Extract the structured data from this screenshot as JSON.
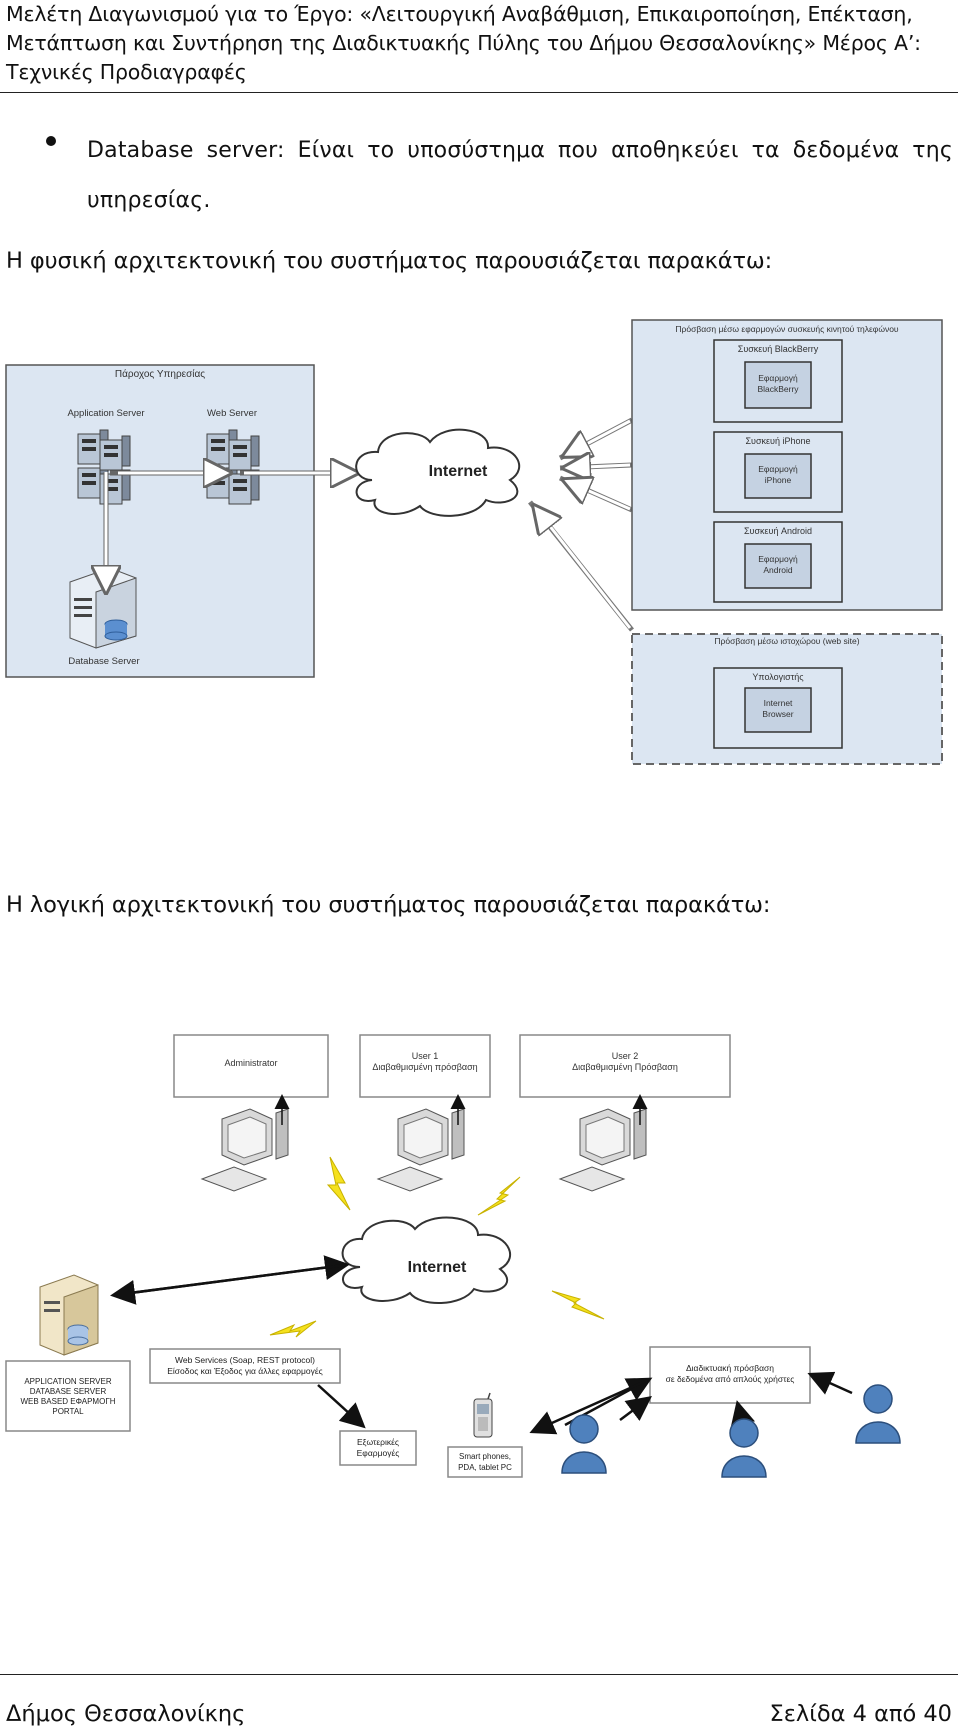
{
  "header": {
    "line1": "Μελέτη Διαγωνισμού για το Έργο: «Λειτουργική Αναβάθμιση, Επικαιροποίηση, Επέκταση,",
    "line2": "Μετάπτωση και Συντήρηση της Διαδικτυακής Πύλης του Δήμου Θεσσαλονίκης» Μέρος Α’:",
    "line3": "Τεχνικές Προδιαγραφές"
  },
  "body": {
    "bullet_line1_words": [
      "Database",
      "server:",
      "Είναι",
      "το",
      "υποσύστημα",
      "που",
      "αποθηκεύει",
      "τα",
      "δεδομένα",
      "της"
    ],
    "bullet_line2": "υπηρεσίας.",
    "physical_intro": "Η φυσική αρχιτεκτονική του συστήματος παρουσιάζεται παρακάτω:",
    "logical_intro": "Η λογική αρχιτεκτονική του συστήματος παρουσιάζεται παρακάτω:"
  },
  "physical_diagram": {
    "provider_title": "Πάροχος Υπηρεσίας",
    "app_server": "Application Server",
    "web_server": "Web Server",
    "db_server": "Database Server",
    "internet": "Internet",
    "mobile_group_title": "Πρόσβαση μέσω εφαρμογών συσκευής κινητού τηλεφώνου",
    "blackberry_device": "Συσκευή BlackBerry",
    "blackberry_app": [
      "Εφαρμογή",
      "BlackBerry"
    ],
    "iphone_device": "Συσκευή iPhone",
    "iphone_app": [
      "Εφαρμογή",
      "iPhone"
    ],
    "android_device": "Συσκευή Android",
    "android_app": [
      "Εφαρμογή",
      "Android"
    ],
    "web_group_title": "Πρόσβαση μέσω ιστοχώρου (web site)",
    "computer": "Υπολογιστής",
    "browser": [
      "Internet",
      "Browser"
    ]
  },
  "logical_diagram": {
    "admin": "Administrator",
    "user1": [
      "User 1",
      "Διαβαθμισμένη πρόσβαση"
    ],
    "user2": [
      "User 2",
      "Διαβαθμισμένη Πρόσβαση"
    ],
    "internet": "Internet",
    "server_box": [
      "APPLICATION SERVER",
      "DATABASE SERVER",
      "WEB BASED ΕΦΑΡΜΟΓΗ",
      "PORTAL"
    ],
    "web_services": [
      "Web Services (Soap, REST protocol)",
      "Είσοδος και Έξοδος για άλλες εφαρμογές"
    ],
    "external_apps": [
      "Εξωτερικές",
      "Εφαρμογές"
    ],
    "mobile": [
      "Smart phones,",
      "PDA, tablet PC"
    ],
    "web_access": [
      "Διαδικτυακή πρόσβαση",
      "σε δεδομένα από απλούς χρήστες"
    ]
  },
  "footer": {
    "left": "Δήμος Θεσσαλονίκης",
    "right": "Σελίδα 4 από 40"
  },
  "colors": {
    "panel_fill": "#dce6f2",
    "panel_border": "#555555",
    "user_blue": "#4f81bd",
    "bolt_yellow": "#f5e11e"
  }
}
